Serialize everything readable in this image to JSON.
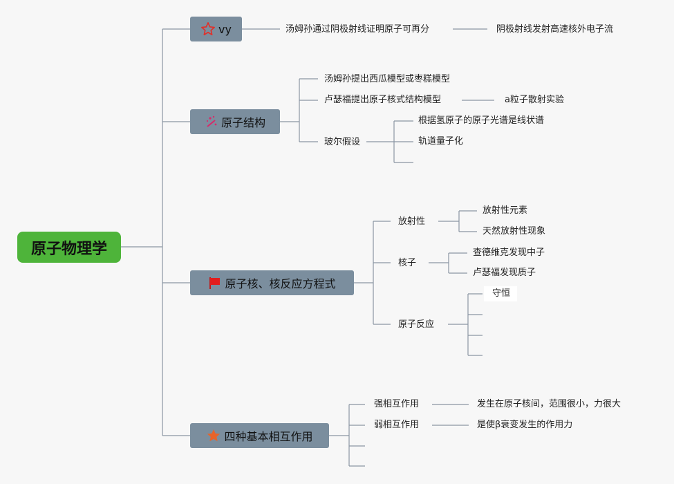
{
  "root": {
    "label": "原子物理学"
  },
  "branches": {
    "vy": {
      "label": "vy",
      "icon": "star-outline-icon"
    },
    "atom_structure": {
      "label": "原子结构",
      "icon": "sparkle-wand-icon"
    },
    "nucleus": {
      "label": "原子核、核反应方程式",
      "icon": "red-flag-icon"
    },
    "forces": {
      "label": "四种基本相互作用",
      "icon": "orange-star-icon"
    }
  },
  "vy_nodes": {
    "thomson_proof": "汤姆孙通过阴极射线证明原子可再分",
    "cathode_ray": "阴极射线发射高速核外电子流"
  },
  "structure_nodes": {
    "thomson_model": "汤姆孙提出西瓜模型或枣糕模型",
    "rutherford_model": "卢瑟福提出原子核式结构模型",
    "alpha_experiment": "a粒子散射实验",
    "bohr": "玻尔假设",
    "bohr_children": [
      "根据氢原子的原子光谱是线状谱",
      "轨道量子化",
      ""
    ]
  },
  "nucleus_nodes": {
    "radioactivity": "放射性",
    "radio_children": [
      "放射性元素",
      "天然放射性现象"
    ],
    "nucleus": "核子",
    "nucleus_children": [
      "查德维克发现中子",
      "卢瑟福发现质子"
    ],
    "reaction": "原子反应",
    "reaction_children": [
      "守恒",
      "",
      "",
      ""
    ]
  },
  "force_nodes": {
    "strong": "强相互作用",
    "strong_desc": "发生在原子核间，范围很小，力很大",
    "weak": "弱相互作用",
    "weak_desc": "是使β衰变发生的作用力",
    "empty_children": [
      "",
      ""
    ]
  },
  "colors": {
    "root_bg": "#4eb43a",
    "branch_bg": "#7b8e9e",
    "connector": "#8a96a3",
    "background": "#f7f7f7"
  }
}
